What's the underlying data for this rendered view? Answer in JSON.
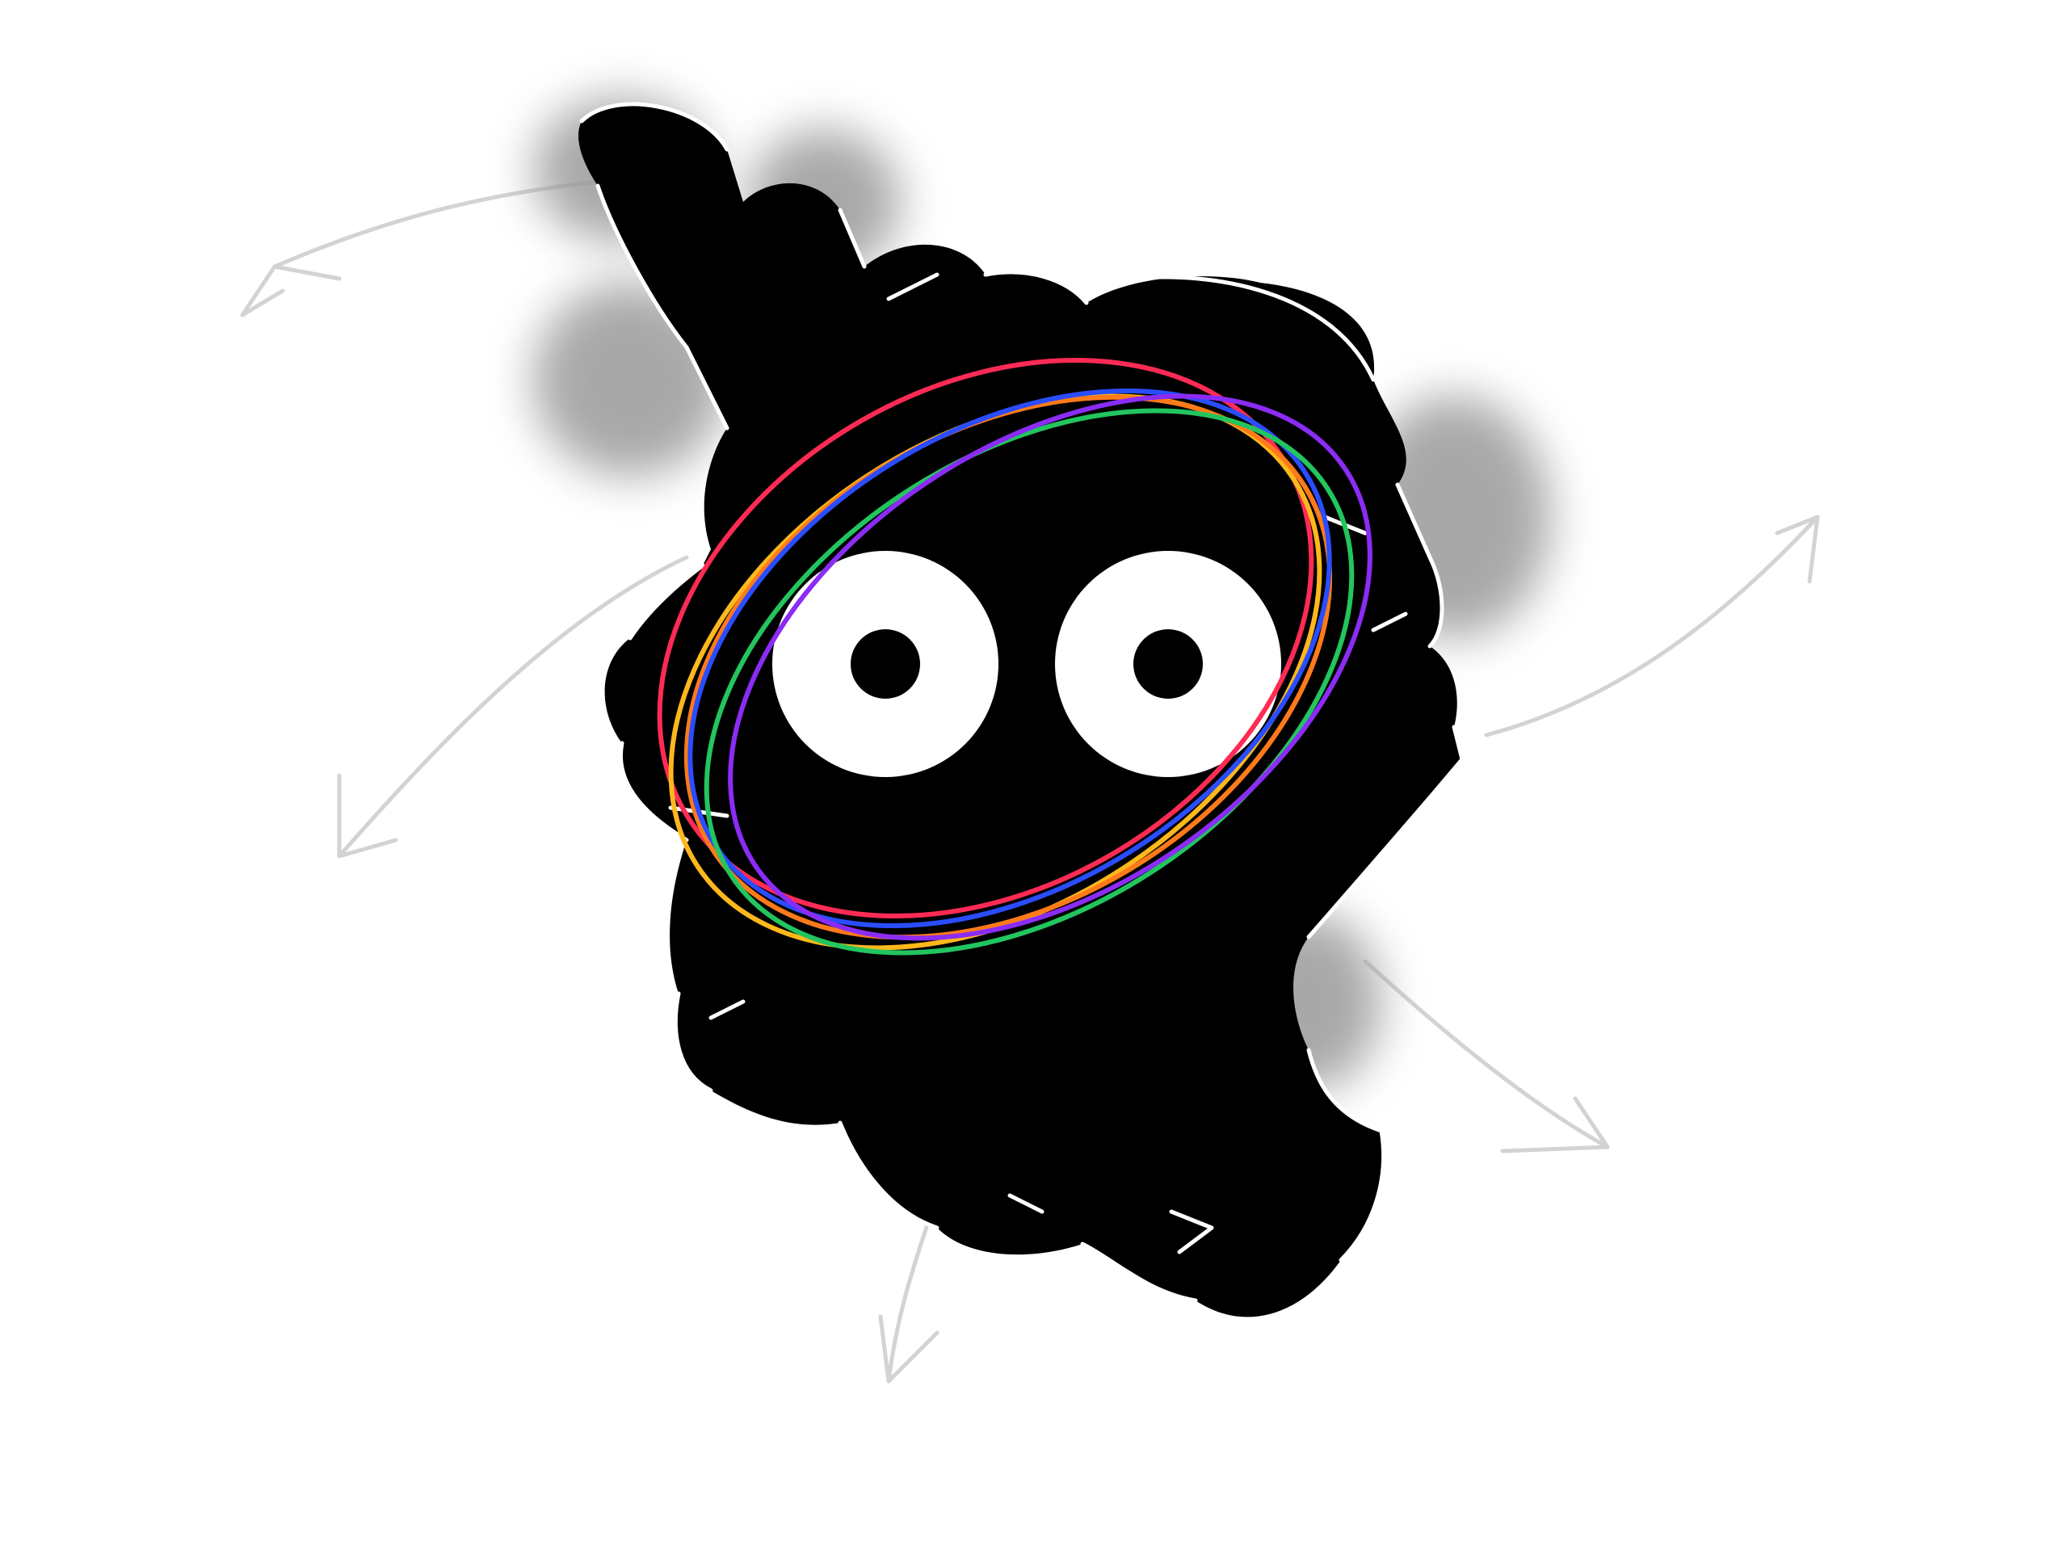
{
  "illustration": {
    "subject": "black-blob-character",
    "background_color": "#ffffff",
    "body_color": "#000000",
    "glow_color": "#9a9a9a",
    "outline_color": "#ffffff",
    "eye_white_color": "#ffffff",
    "pupil_color": "#000000",
    "arrow_color": "#d3d3d3",
    "ring_colors": [
      "#ff2b55",
      "#ffb81c",
      "#ff7a1a",
      "#2a4dff",
      "#22c55e",
      "#8b2cf5"
    ],
    "eye_count": 2,
    "ring_count": 6,
    "arrow_count": 5
  }
}
